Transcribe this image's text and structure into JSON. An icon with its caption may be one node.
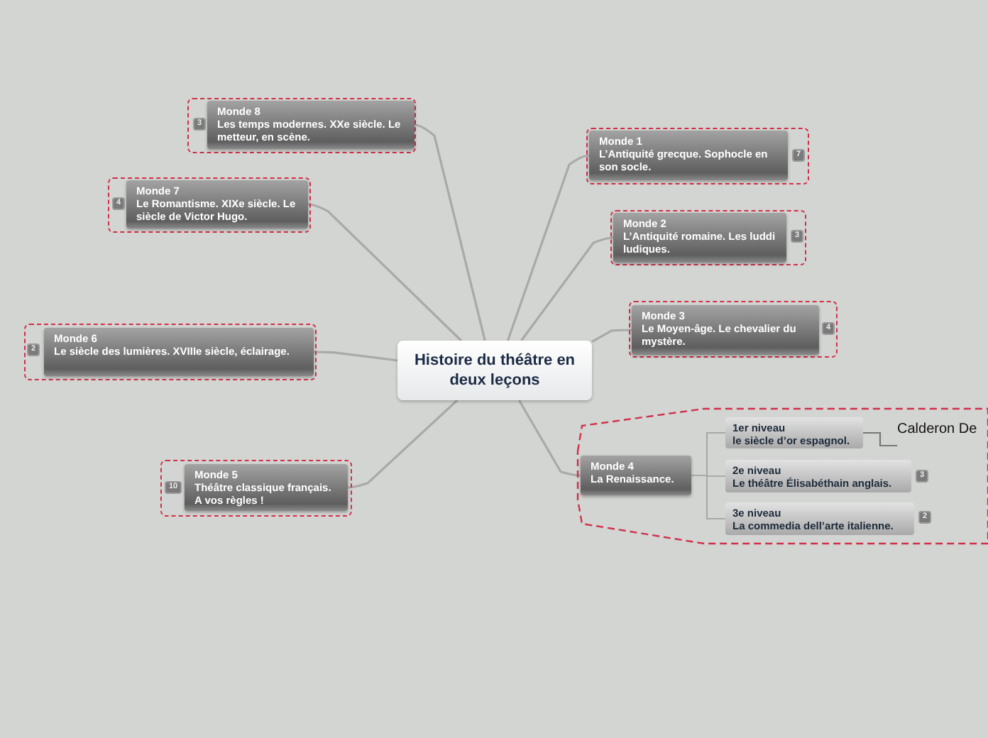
{
  "diagram": {
    "nodes": [
      {
        "text": [
          "Histoire du théâtre en deux leçons"
        ]
      },
      {
        "text": [
          "Monde 1",
          "L’Antiquité grecque. Sophocle en son socle."
        ],
        "beside": [
          "7"
        ]
      },
      {
        "text": [
          "Monde 2",
          "L’Antiquité romaine. Les luddi ludiques."
        ],
        "beside": [
          "3"
        ]
      },
      {
        "text": [
          "Monde 3",
          "Le Moyen-âge. Le chevalier du mystère."
        ],
        "beside": [
          "4"
        ]
      },
      {
        "text": [
          "Monde 4",
          "La Renaissance."
        ]
      },
      {
        "text": [
          "1er niveau",
          "le siècle d’or espagnol."
        ]
      },
      {
        "text": [
          "2e niveau",
          "Le théâtre Élisabéthain anglais."
        ],
        "beside": [
          "3"
        ]
      },
      {
        "text": [
          "3e niveau",
          "La commedia dell’arte italienne."
        ],
        "beside": [
          "2"
        ]
      },
      {
        "text": [
          "Calderon De"
        ]
      },
      {
        "text": [
          "Monde 5",
          "Théâtre classique français. A vos règles !"
        ],
        "beside": [
          "10"
        ]
      },
      {
        "text": [
          "Monde 6",
          "Le siècle des lumières. XVIIIe siècle, éclairage."
        ],
        "beside": [
          "2"
        ]
      },
      {
        "text": [
          "Monde 7",
          "Le Romantisme. XIXe siècle. Le siècle de Victor Hugo."
        ],
        "beside": [
          "4"
        ]
      },
      {
        "text": [
          "Monde 8",
          "Les temps modernes. XXe siècle. Le metteur, en scène."
        ],
        "beside": [
          "3"
        ]
      }
    ],
    "edges": [
      {
        "from": 0,
        "to": 1,
        "arrow": "none"
      },
      {
        "from": 0,
        "to": 2,
        "arrow": "none"
      },
      {
        "from": 0,
        "to": 3,
        "arrow": "none"
      },
      {
        "from": 0,
        "to": 4,
        "arrow": "none"
      },
      {
        "from": 4,
        "to": 5,
        "arrow": "none"
      },
      {
        "from": 4,
        "to": 6,
        "arrow": "none"
      },
      {
        "from": 4,
        "to": 7,
        "arrow": "none"
      },
      {
        "from": 5,
        "to": 8,
        "arrow": "none"
      },
      {
        "from": 0,
        "to": 9,
        "arrow": "none"
      },
      {
        "from": 0,
        "to": 10,
        "arrow": "none"
      },
      {
        "from": 0,
        "to": 11,
        "arrow": "none"
      },
      {
        "from": 0,
        "to": 12,
        "arrow": "none"
      }
    ]
  }
}
